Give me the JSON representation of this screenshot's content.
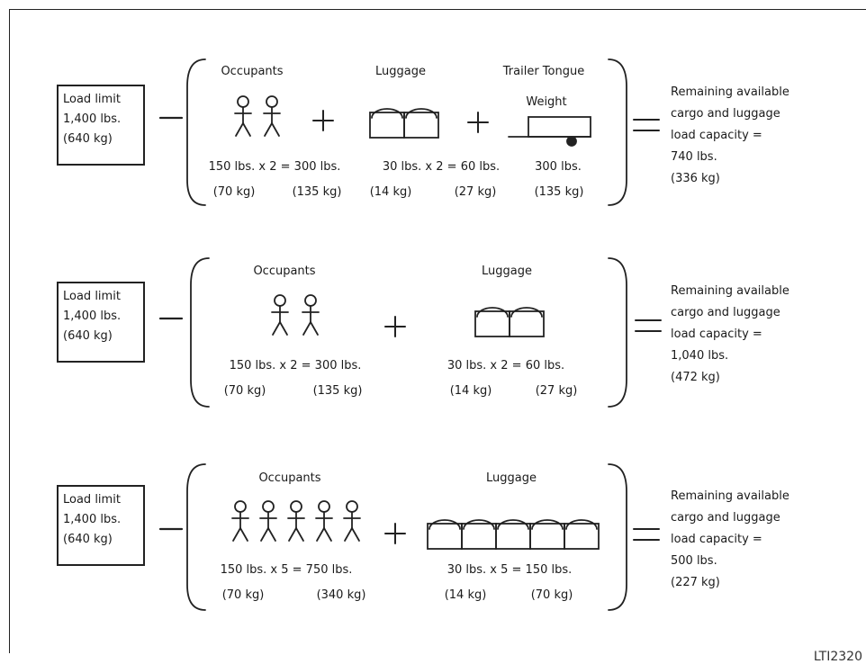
{
  "rows": [
    {
      "load": [
        "Load limit",
        "1,400 lbs.",
        "(640 kg)"
      ],
      "groups": [
        {
          "title": "Occupants",
          "calc": "150 lbs. x 2 = 300 lbs.",
          "kg1": "(70 kg)",
          "kg2": "(135 kg)"
        },
        {
          "title": "Luggage",
          "calc": "30 lbs. x 2 = 60 lbs.",
          "kg1": "(14 kg)",
          "kg2": "(27 kg)"
        },
        {
          "title": "Trailer Tongue",
          "title2": "Weight",
          "calc": "300 lbs.",
          "kg1": "(135 kg)"
        }
      ],
      "result": [
        "Remaining available",
        "cargo and luggage",
        "load capacity =",
        "740 lbs.",
        "(336 kg)"
      ]
    },
    {
      "load": [
        "Load limit",
        "1,400 lbs.",
        "(640 kg)"
      ],
      "groups": [
        {
          "title": "Occupants",
          "calc": "150 lbs. x 2 = 300 lbs.",
          "kg1": "(70 kg)",
          "kg2": "(135 kg)"
        },
        {
          "title": "Luggage",
          "calc": "30 lbs. x 2 = 60 lbs.",
          "kg1": "(14 kg)",
          "kg2": "(27 kg)"
        }
      ],
      "result": [
        "Remaining available",
        "cargo and luggage",
        "load capacity =",
        "1,040 lbs.",
        "(472 kg)"
      ]
    },
    {
      "load": [
        "Load limit",
        "1,400 lbs.",
        "(640 kg)"
      ],
      "groups": [
        {
          "title": "Occupants",
          "calc": "150 lbs. x 5 = 750 lbs.",
          "kg1": "(70 kg)",
          "kg2": "(340 kg)"
        },
        {
          "title": "Luggage",
          "calc": "30 lbs. x 5 = 150 lbs.",
          "kg1": "(14 kg)",
          "kg2": "(70 kg)"
        }
      ],
      "result": [
        "Remaining available",
        "cargo and luggage",
        "load capacity =",
        "500 lbs.",
        "(227 kg)"
      ]
    }
  ],
  "figure_code": "LTI2320"
}
